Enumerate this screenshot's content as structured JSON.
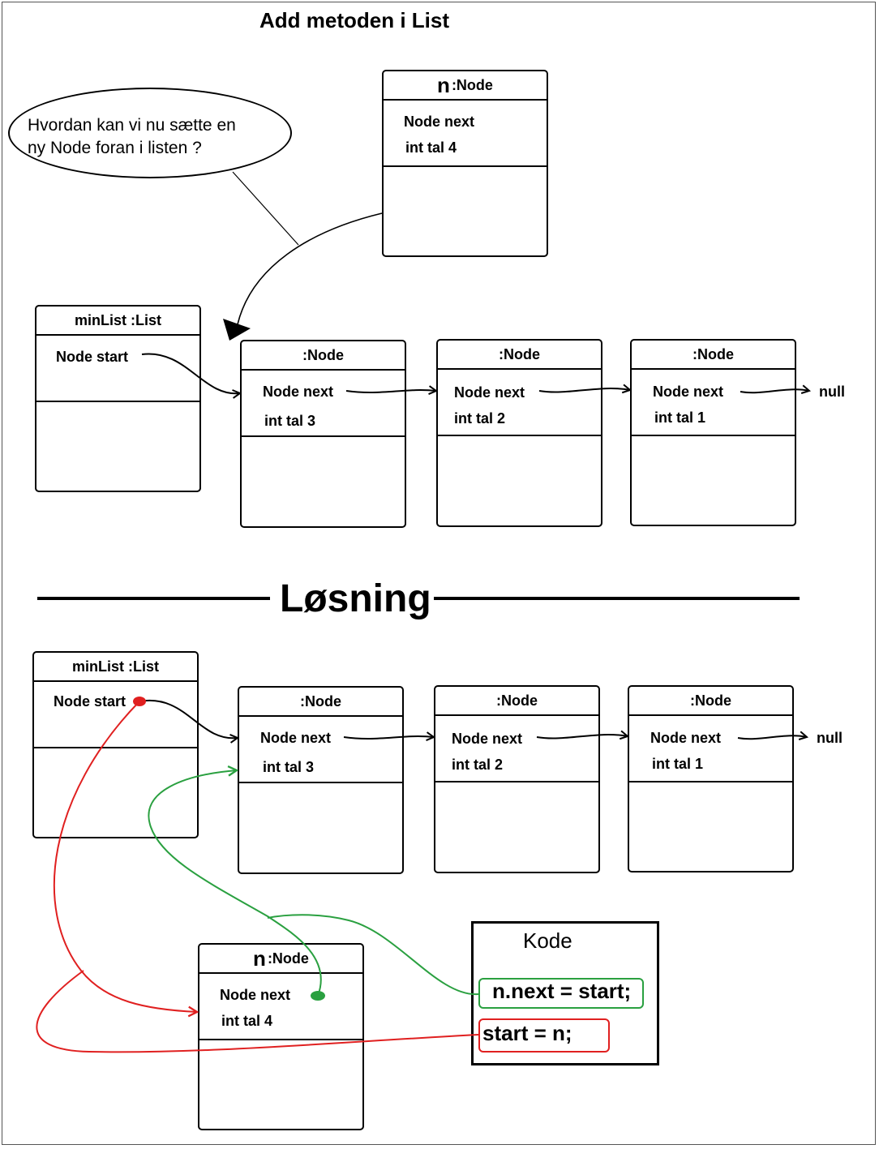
{
  "title": "Add metoden i List",
  "question": {
    "line1": "Hvordan kan vi nu sætte en",
    "line2": "ny Node foran i listen ?"
  },
  "top": {
    "n_node": {
      "var": "n",
      "type": ":Node",
      "field1": "Node next",
      "field2": "int tal 4"
    },
    "list": {
      "header": "minList :List",
      "field1": "Node start"
    },
    "nodes": [
      {
        "type": ":Node",
        "field1": "Node next",
        "field2": "int tal 3"
      },
      {
        "type": ":Node",
        "field1": "Node next",
        "field2": "int tal 2"
      },
      {
        "type": ":Node",
        "field1": "Node next",
        "field2": "int tal 1"
      }
    ],
    "null_label": "null"
  },
  "solution_label": "Løsning",
  "bottom": {
    "list": {
      "header": "minList :List",
      "field1": "Node start"
    },
    "nodes": [
      {
        "type": ":Node",
        "field1": "Node next",
        "field2": "int tal 3"
      },
      {
        "type": ":Node",
        "field1": "Node next",
        "field2": "int tal 2"
      },
      {
        "type": ":Node",
        "field1": "Node next",
        "field2": "int tal 1"
      }
    ],
    "null_label": "null",
    "n_node": {
      "var": "n",
      "type": ":Node",
      "field1": "Node next",
      "field2": "int tal 4"
    }
  },
  "code": {
    "title": "Kode",
    "line1": "n.next = start;",
    "line2": "start = n;"
  },
  "colors": {
    "green": "#2aa040",
    "red": "#e02020"
  }
}
